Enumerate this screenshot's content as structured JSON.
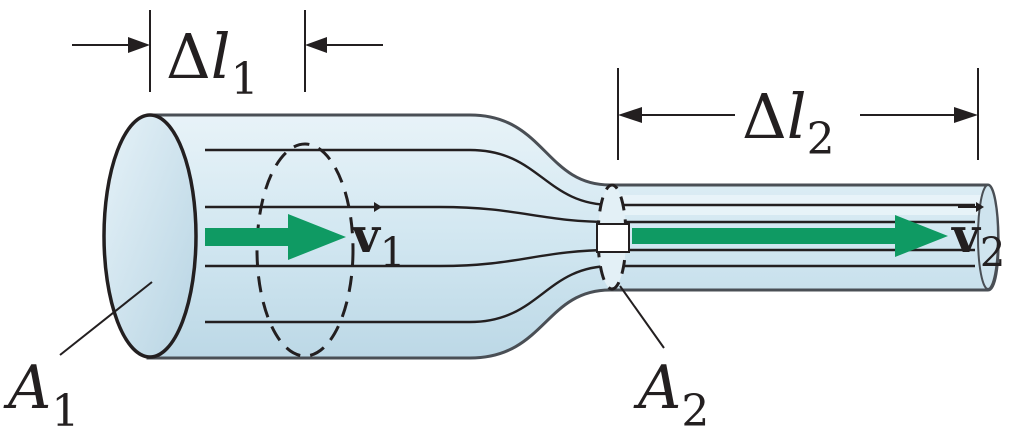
{
  "labels": {
    "dl1_delta": "Δ",
    "dl1_l": "l",
    "dl1_sub": "1",
    "dl2_delta": "Δ",
    "dl2_l": "l",
    "dl2_sub": "2",
    "v1": "v",
    "v1_sub": "1",
    "v2": "v",
    "v2_sub": "2",
    "a1": "A",
    "a1_sub": "1",
    "a2": "A",
    "a2_sub": "2"
  },
  "colors": {
    "tube_fill": "#d4e8f1",
    "tube_edge": "#4a4f55",
    "end_cap": "#c9e0ec",
    "flow_arrow": "#0f9a63",
    "streamline": "#231f20"
  }
}
